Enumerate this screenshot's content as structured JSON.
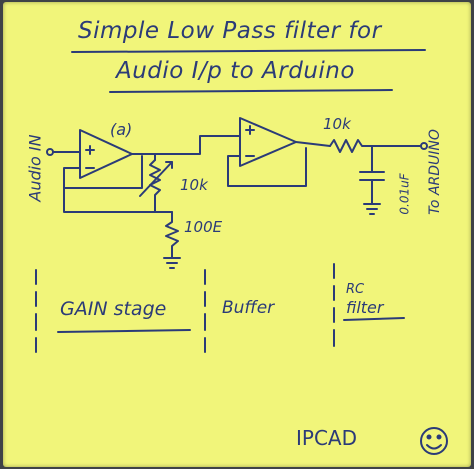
{
  "title_line1": "Simple Low Pass filter for",
  "title_line2": "Audio I/p to Arduino",
  "labels": {
    "opamp_a": "(a)",
    "pot_value": "10k",
    "resistor_100e": "100E",
    "series_resistor": "10k",
    "capacitor": "0.01uF",
    "input": "Audio IN",
    "output": "To ARDUINO"
  },
  "stages": {
    "gain": "GAIN stage",
    "buffer": "Buffer",
    "rc_top": "RC",
    "rc_bottom": "filter"
  },
  "signature": "IPCAD",
  "colors": {
    "paper": "#f1f57a",
    "ink": "#2b3b78",
    "background": "#3f4247"
  },
  "icons": [
    "smiley-icon",
    "opamp-icon",
    "resistor-icon",
    "capacitor-icon",
    "ground-icon",
    "potentiometer-icon"
  ]
}
